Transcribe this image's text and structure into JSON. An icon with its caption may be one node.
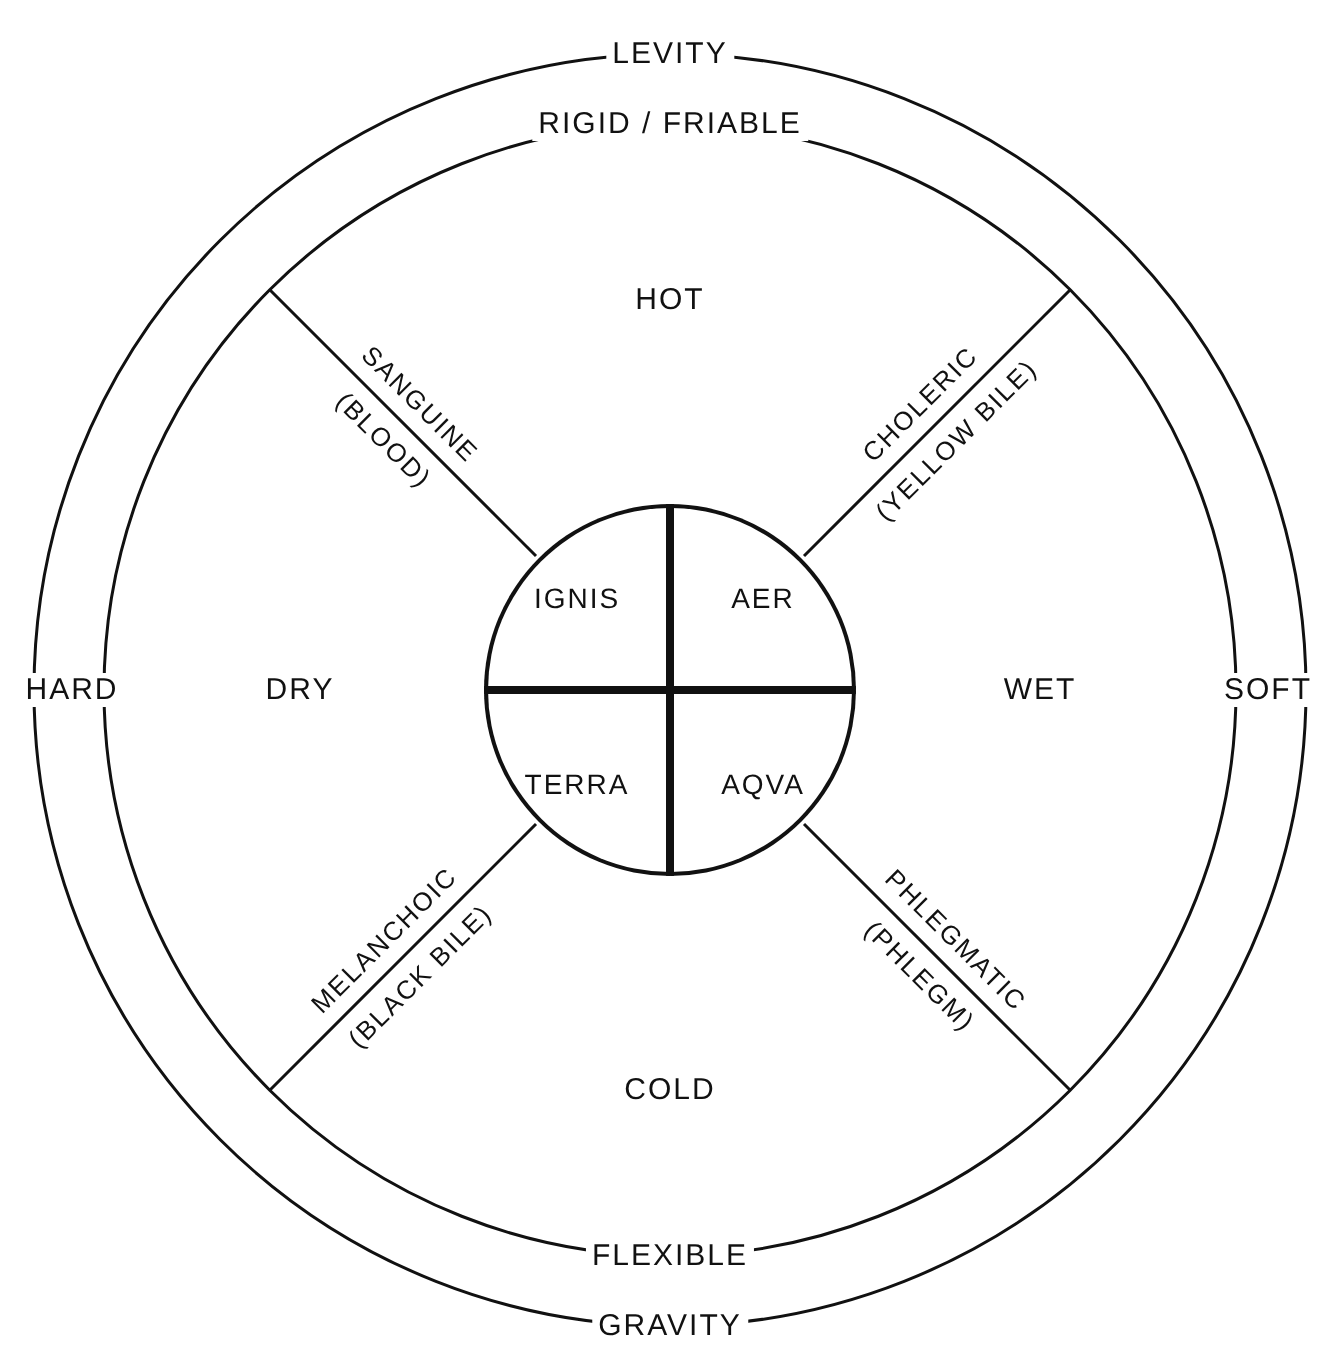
{
  "diagram": {
    "nodes": [
      {
        "text": [
          "IGNIS"
        ]
      },
      {
        "text": [
          "AER"
        ]
      },
      {
        "text": [
          "TERRA"
        ]
      },
      {
        "text": [
          "AQVA"
        ]
      }
    ],
    "labels": [
      "LEVITY",
      "RIGID / FRIABLE",
      "HOT",
      "SANGUINE",
      "(BLOOD)",
      "CHOLERIC",
      "(YELLOW BILE)",
      "HARD",
      "DRY",
      "WET",
      "SOFT",
      "MELANCHOIC",
      "(BLACK BILE)",
      "PHLEGMATIC",
      "(PHLEGM)",
      "COLD",
      "FLEXIBLE",
      "GRAVITY"
    ]
  }
}
